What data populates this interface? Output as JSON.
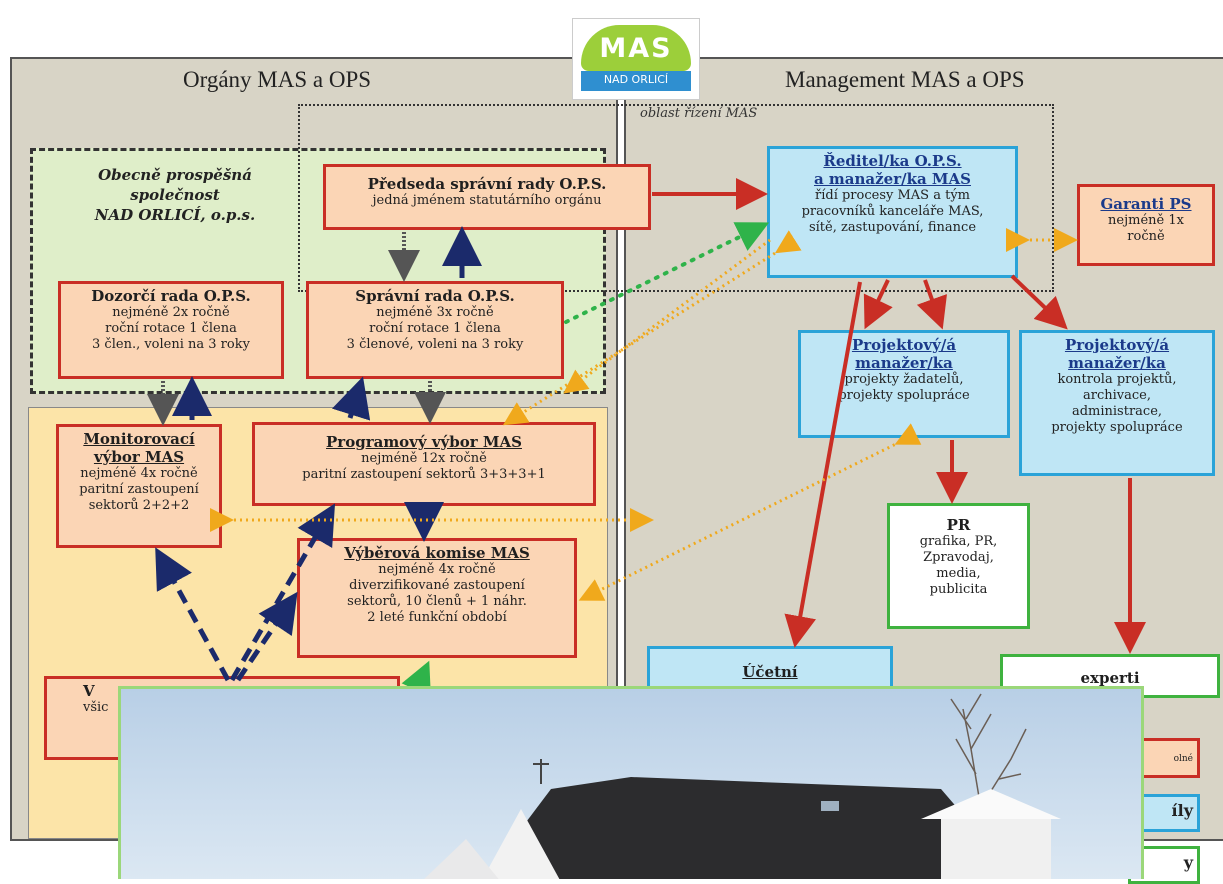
{
  "logo": {
    "top_text": "MAS",
    "bottom_text": "NAD ORLICÍ"
  },
  "left_panel_title": "Orgány MAS a OPS",
  "right_panel_title": "Management MAS a OPS",
  "oblast_label": "oblast řízení MAS",
  "obecne": {
    "line1": "Obecně prospěšná",
    "line2": "společnost",
    "line3": "NAD ORLICÍ, o.p.s."
  },
  "boxes": {
    "predseda": {
      "title": "Předseda správní rady O.P.S.",
      "body": "jedná jménem statutárního orgánu"
    },
    "dozorci": {
      "title": "Dozorčí rada O.P.S.",
      "body": "nejméně 2x ročně\nroční rotace 1 člena\n3 člen., voleni na 3 roky"
    },
    "spravni": {
      "title": "Správní rada O.P.S.",
      "body": "nejméně 3x ročně\nroční rotace 1 člena\n3 členové, voleni na 3 roky"
    },
    "monitorovaci": {
      "title": "Monitorovací výbor MAS",
      "body": "nejméně 4x ročně\nparitní zastoupení\nsektorů 2+2+2"
    },
    "programovy": {
      "title": "Programový výbor MAS",
      "body": "nejméně 12x ročně\nparitní zastoupení sektorů 3+3+3+1"
    },
    "vyberova": {
      "title": "Výběrová komise MAS",
      "body": "nejméně 4x ročně\ndiverzifikované zastoupení\nsektorů, 10 členů + 1 náhr.\n2 leté funkční období"
    },
    "valna_partial": {
      "title": "V",
      "body": "všic"
    },
    "reditel": {
      "title": "Ředitel/ka O.P.S.\na manažer/ka MAS",
      "body": "řídí procesy MAS a tým\npracovníků kanceláře MAS,\nsítě, zastupování, finance"
    },
    "garanti": {
      "title": "Garanti PS",
      "body": "nejméně 1x\nročně"
    },
    "projektovy1": {
      "title": "Projektový/á\nmanažer/ka",
      "body": "projekty žadatelů,\nprojekty spolupráce"
    },
    "projektovy2": {
      "title": "Projektový/á\nmanažer/ka",
      "body": "kontrola projektů,\narchivace,\nadministrace,\nprojekty spolupráce"
    },
    "pr": {
      "title": "PR",
      "body": "grafika, PR,\nZpravodaj,\nmedia,\npublicita"
    },
    "ucetni": {
      "title": "Účetní",
      "body": ""
    },
    "experti": {
      "title": "experti",
      "body": ""
    }
  },
  "legend_partial": {
    "item1": "olné",
    "item2": "íly",
    "item3": "y"
  },
  "colors": {
    "red_border": "#c92e25",
    "blue_border": "#2aa3d8",
    "green_border": "#3fb23f",
    "orange_arrow": "#f0a91c",
    "navy_arrow": "#1b2a6b",
    "green_arrow": "#2fb34a"
  }
}
